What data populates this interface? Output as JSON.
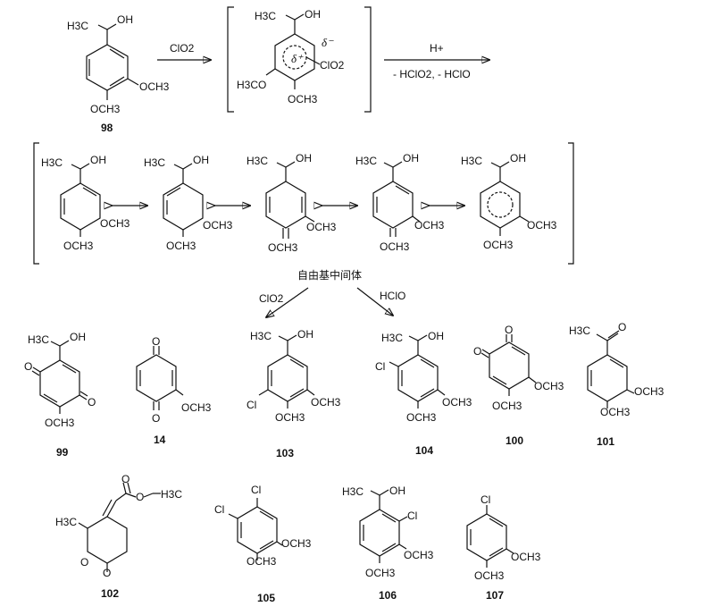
{
  "reaction1": {
    "reagent": "ClO2"
  },
  "reaction2": {
    "reagent": "H+",
    "byproducts": "- HClO2, - HClO"
  },
  "complex": {
    "delta_minus": "δ⁻",
    "delta_plus": "δ⁺",
    "clo2": "ClO2"
  },
  "intermediate_label": "自由基中间体",
  "branches": {
    "left": "ClO2",
    "right": "HClO"
  },
  "groups": {
    "h3c": "H3C",
    "oh": "OH",
    "och3": "OCH3",
    "h3co": "H3CO",
    "cl": "Cl",
    "o": "O",
    "eq_o": "=O",
    "ring_o": "O"
  },
  "compounds": [
    "98",
    "99",
    "14",
    "103",
    "104",
    "100",
    "101",
    "102",
    "105",
    "106",
    "107"
  ]
}
